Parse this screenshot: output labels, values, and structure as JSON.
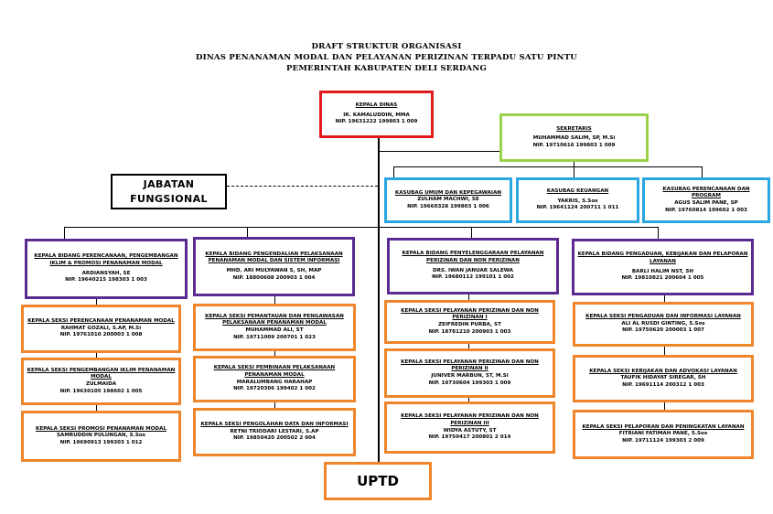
{
  "header": {
    "line1": "DRAFT STRUKTUR ORGANISASI",
    "line2": "DINAS PENANAMAN MODAL DAN PELAYANAN PERIZINAN TERPADU SATU PINTU",
    "line3": "PEMERINTAH KABUPATEN DELI SERDANG"
  },
  "kepala": {
    "title": "KEPALA DINAS",
    "name": "IR. KAMALUDDIN, MMA",
    "nip": "NIP. 19631222 199803 1 009"
  },
  "sekretaris": {
    "title": "SEKRETARIS",
    "name": "MUHAMMAD SALIM, SP, M.Si",
    "nip": "NIP. 19710616 199803 1 009"
  },
  "jabatan": {
    "line1": "JABATAN",
    "line2": "FUNGSIONAL"
  },
  "kasubag": [
    {
      "title": "KASUBAG UMUM DAN KEPEGAWAIAN",
      "name": "ZULHAM MACHWI, SE",
      "nip": "NIP. 19660328 199803 1 006"
    },
    {
      "title": "KASUBAG KEUANGAN",
      "name": "YAKRIS, S.Sos",
      "nip": "NIP. 19641124 200711 1 011"
    },
    {
      "title": "KASUBAG PERENCANAAN DAN PROGRAM",
      "name": "AGUS SALIM PANE, SP",
      "nip": "NIP. 19760814 199602 1 003"
    }
  ],
  "bidang": [
    {
      "title": "KEPALA BIDANG PERENCANAAN, PENGEMBANGAN IKLIM & PROMOSI PENANAMAN MODAL",
      "name": "ARDIANSYAH, SE",
      "nip": "NIP. 19640215 198303 1 003"
    },
    {
      "title": "KEPALA BIDANG PENGENDALIAN PELAKSANAAN PENANAMAN MODAL DAN SISTEM INFORMASI",
      "name": "MHD. ARI MULYAWAN S, SH, MAP",
      "nip": "NIP. 18800608 200903 1 004"
    },
    {
      "title": "KEPALA BIDANG PENYELENGGARAAN PELAYANAN PERIZINAN DAN NON PERIZINAN",
      "name": "DRS. IWAN JANUAR SALEWA",
      "nip": "NIP. 19680112 199101 1 002"
    },
    {
      "title": "KEPALA BIDANG PENGADUAN, KEBIJAKAN DAN PELAPORAN LAYANAN",
      "name": "BARLI HALIM NST, SH",
      "nip": "NIP. 19810821 200604 1 005"
    }
  ],
  "seksi": [
    [
      {
        "title": "KEPALA SEKSI PERENCANAAN PENANAMAN MODAL",
        "name": "RAHMAT GOZALI, S.AP, M.Si",
        "nip": "NIP. 19761010 200003 1 008"
      },
      {
        "title": "KEPALA SEKSI PENGEMBANGAN IKLIM PENANAMAN MODAL",
        "name": "ZULMAIDA",
        "nip": "NIP. 19630105 198602 1 005"
      },
      {
        "title": "KEPALA SEKSI PROMOSI PENANAMAN MODAL",
        "name": "SAMRUDDIN PULUNGAN, S.Sos",
        "nip": "NIP. 19690913 199303 1 012"
      }
    ],
    [
      {
        "title": "KEPALA SEKSI PEMANTAUAN DAN PENGAWASAN PELAKSANAAN PENANAMAN MODAL",
        "name": "MUHAMMAD ALI, ST",
        "nip": "NIP. 19711009 200701 1 023"
      },
      {
        "title": "KEPALA SEKSI PEMBINAAN PELAKSANAAN PENANAMAN MODAL",
        "name": "MARALUMBANG HARAHAP",
        "nip": "NIP. 19720306 199402 1 002"
      },
      {
        "title": "KEPALA SEKSI PENGOLAHAN DATA DAN INFORMASI",
        "name": "RETNI TRIODARI LESTARI, S.AP",
        "nip": "NIP. 19850420 200502 2 004"
      }
    ],
    [
      {
        "title": "KEPALA SEKSI PELAYANAN PERIZINAN DAN NON PERIZINAN I",
        "name": "ZEIFREDIN PURBA, ST",
        "nip": "NIP. 18781210 200903 1 003"
      },
      {
        "title": "KEPALA SEKSI PELAYANAN PERIZINAN DAN NON PERIZINAN II",
        "name": "JUNIVER MARBUN, ST, M.Si",
        "nip": "NIP. 19730604 199303 1 009"
      },
      {
        "title": "KEPALA SEKSI PELAYANAN PERIZINAN DAN NON PERIZINAN III",
        "name": "WIDYA ASTUTY, ST",
        "nip": "NIP. 19750417 200801 2 014"
      }
    ],
    [
      {
        "title": "KEPALA SEKSI PENGADUAN DAN INFORMASI LAYANAN",
        "name": "ALI AL RUSDI GINTING, S.Sos",
        "nip": "NIP. 19750620 200003 1 007"
      },
      {
        "title": "KEPALA SEKSI KEBIJAKAN DAN ADVOKASI LAYANAN",
        "name": "TAUFIK HIDAYAT SIREGAR, SH",
        "nip": "NIP. 19691114 200312 1 003"
      },
      {
        "title": "KEPALA SEKSI PELAPORAN DAN PENINGKATAN LAYANAN",
        "name": "FITRIANI FATIMAH PANE, S.Sos",
        "nip": "NIP. 19711124 199303 2 009"
      }
    ]
  ],
  "uptd": {
    "label": "UPTD"
  }
}
